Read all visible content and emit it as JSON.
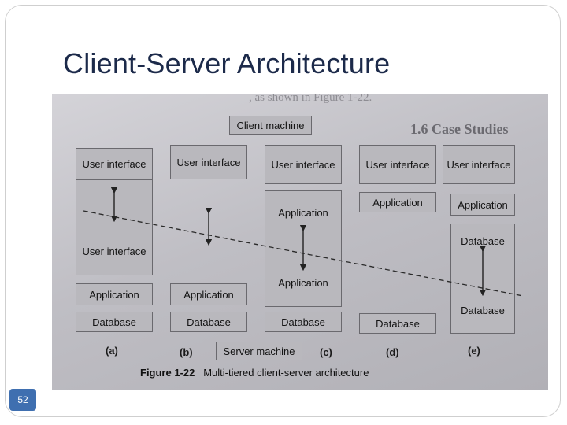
{
  "slide": {
    "title": "Client-Server Architecture",
    "number": "52"
  },
  "diagram": {
    "top_text_fragment": ", as shown in Figure 1-22.",
    "case_studies_heading": "1.6 Case Studies",
    "client_machine": "Client machine",
    "server_machine": "Server machine",
    "columns": [
      {
        "label": "(a)",
        "boxes": [
          "User interface",
          "User interface",
          "Application",
          "Database"
        ]
      },
      {
        "label": "(b)",
        "boxes": [
          "User interface",
          "Application",
          "Database"
        ]
      },
      {
        "label": "(c)",
        "boxes": [
          "User interface",
          "Application",
          "Application",
          "Database"
        ]
      },
      {
        "label": "(d)",
        "boxes": [
          "User interface",
          "Application",
          "Database"
        ]
      },
      {
        "label": "(e)",
        "boxes": [
          "User interface",
          "Application",
          "Database",
          "Database"
        ]
      }
    ],
    "caption_number": "Figure 1-22",
    "caption_text": "Multi-tiered client-server architecture"
  }
}
